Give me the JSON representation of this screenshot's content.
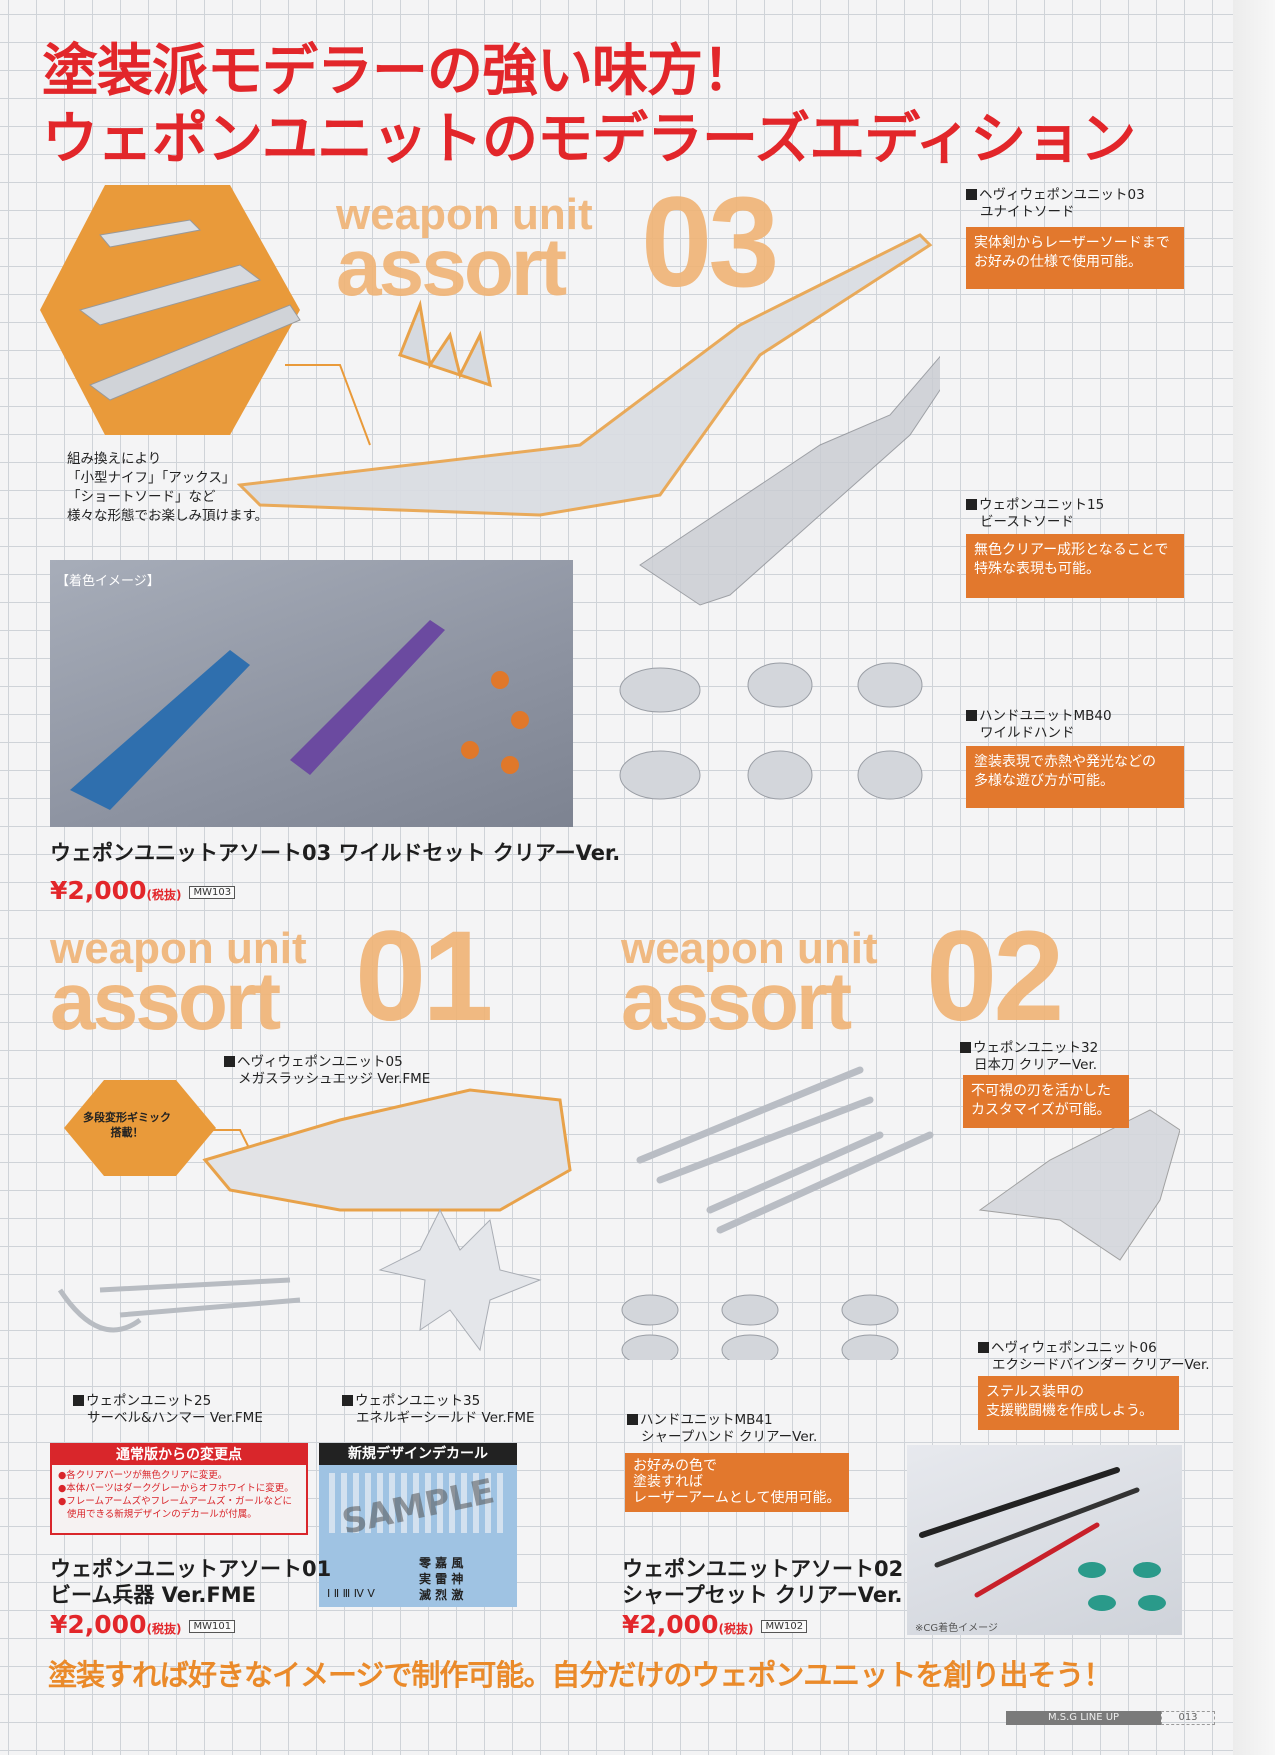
{
  "headline": {
    "line1": "塗装派モデラーの強い味方！",
    "line2": "ウェポンユニットのモデラーズエディション"
  },
  "sections": {
    "assort03": {
      "word1": "weapon unit",
      "word2": "assort",
      "number": "03"
    },
    "assort01": {
      "word1": "weapon unit",
      "word2": "assort",
      "number": "01"
    },
    "assort02": {
      "word1": "weapon unit",
      "word2": "assort",
      "number": "02"
    }
  },
  "callout_03": [
    "組み換えにより",
    "「小型ナイフ」「アックス」",
    "「ショートソード」など",
    "様々な形態でお楽しみ頂けます。"
  ],
  "gimmick_badge": [
    "多段変形ギミック",
    "搭載！"
  ],
  "items": {
    "hw03": {
      "name": "ヘヴィウェポンユニット03",
      "sub": "ユナイトソード",
      "desc": [
        "実体剣からレーザーソードまで",
        "お好みの仕様で使用可能。"
      ]
    },
    "wu15": {
      "name": "ウェポンユニット15",
      "sub": "ビーストソード",
      "desc": [
        "無色クリアー成形となることで",
        "特殊な表現も可能。"
      ]
    },
    "mb40": {
      "name": "ハンドユニットMB40",
      "sub": "ワイルドハンド",
      "desc": [
        "塗装表現で赤熱や発光などの",
        "多様な遊び方が可能。"
      ]
    },
    "hw05": {
      "name": "ヘヴィウェポンユニット05",
      "sub": "メガスラッシュエッジ Ver.FME"
    },
    "wu32": {
      "name": "ウェポンユニット32",
      "sub": "日本刀 クリアーVer.",
      "desc": [
        "不可視の刃を活かした",
        "カスタマイズが可能。"
      ]
    },
    "wu25": {
      "name": "ウェポンユニット25",
      "sub": "サーベル&ハンマー Ver.FME"
    },
    "wu35": {
      "name": "ウェポンユニット35",
      "sub": "エネルギーシールド Ver.FME"
    },
    "mb41": {
      "name": "ハンドユニットMB41",
      "sub": "シャープハンド クリアーVer.",
      "desc": [
        "お好みの色で",
        "塗装すれば",
        "レーザーアームとして使用可能。"
      ]
    },
    "hw06": {
      "name": "ヘヴィウェポンユニット06",
      "sub": "エクシードバインダー クリアーVer.",
      "desc": [
        "ステルス装甲の",
        "支援戦闘機を作成しよう。"
      ]
    }
  },
  "photo_03_caption": "【着色イメージ】",
  "products": {
    "p03": {
      "title": "ウェポンユニットアソート03 ワイルドセット クリアーVer.",
      "price": "¥2,000",
      "tax": "(税抜)",
      "code": "MW103"
    },
    "p01": {
      "title1": "ウェポンユニットアソート01",
      "title2": "ビーム兵器 Ver.FME",
      "price": "¥2,000",
      "tax": "(税抜)",
      "code": "MW101"
    },
    "p02": {
      "title1": "ウェポンユニットアソート02",
      "title2": "シャープセット クリアーVer.",
      "price": "¥2,000",
      "tax": "(税抜)",
      "code": "MW102"
    }
  },
  "changes": {
    "title": "通常版からの変更点",
    "points": [
      "●各クリアパーツが無色クリアに変更。",
      "●本体パーツはダークグレーからオフホワイトに変更。",
      "●フレームアームズやフレームアームズ・ガールなどに",
      "使用できる新規デザインのデカールが付属。"
    ]
  },
  "decal": {
    "title": "新規デザインデカール",
    "watermark": "SAMPLE",
    "kanji": [
      "零 嘉 風",
      "実 雷 神",
      "滅 烈 激"
    ],
    "numerals": "Ⅰ Ⅱ Ⅲ Ⅳ Ⅴ"
  },
  "cg_caption": "※CG着色イメージ",
  "slogan": "塗装すれば好きなイメージで制作可能。自分だけのウェポンユニットを創り出そう！",
  "footer": {
    "section": "M.S.G LINE UP",
    "page": "013"
  },
  "colors": {
    "red": "#e2262a",
    "orange": "#e2782d",
    "assort": "#f0b375"
  }
}
